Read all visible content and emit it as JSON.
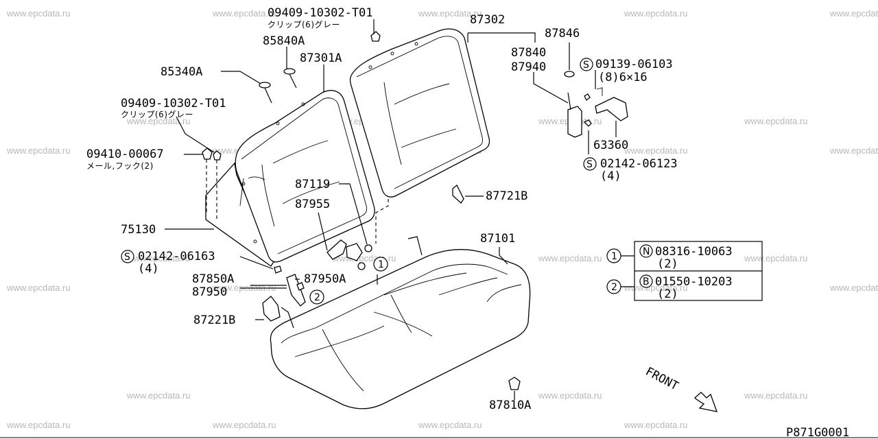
{
  "watermark": "www.epcdata.ru",
  "diagram_code": "P871G0001",
  "labels": {
    "p09409_top": "09409-10302-T01",
    "clip_top": "クリップ(6)グレー",
    "p85840A": "85840A",
    "p87301A": "87301A",
    "p85340A": "85340A",
    "p09409_mid": "09409-10302-T01",
    "clip_mid": "クリップ(6)グレー",
    "p09410": "09410-00067",
    "male_hook": "メール,フック(2)",
    "p87302": "87302",
    "p87846": "87846",
    "p87840": "87840",
    "p87940": "87940",
    "s09139": "09139-06103",
    "s09139_qty": "(8)6×16",
    "p63360": "63360",
    "s02142_right": "02142-06123",
    "s02142_right_qty": "(4)",
    "p87119": "87119",
    "p87955": "87955",
    "p87721B": "87721B",
    "p75130": "75130",
    "p87101": "87101",
    "s02142_left": "02142-06163",
    "s02142_left_qty": "(4)",
    "p87850A": "87850A",
    "p87950A": "87950A",
    "p87950": "87950",
    "p87221B": "87221B",
    "p87810A": "87810A",
    "front": "FRONT",
    "ref1_code": "08316-10063",
    "ref1_qty": "(2)",
    "ref2_code": "01550-10203",
    "ref2_qty": "(2)"
  },
  "markers": {
    "s": "S",
    "n": "N",
    "b": "B",
    "one": "1",
    "two": "2"
  }
}
